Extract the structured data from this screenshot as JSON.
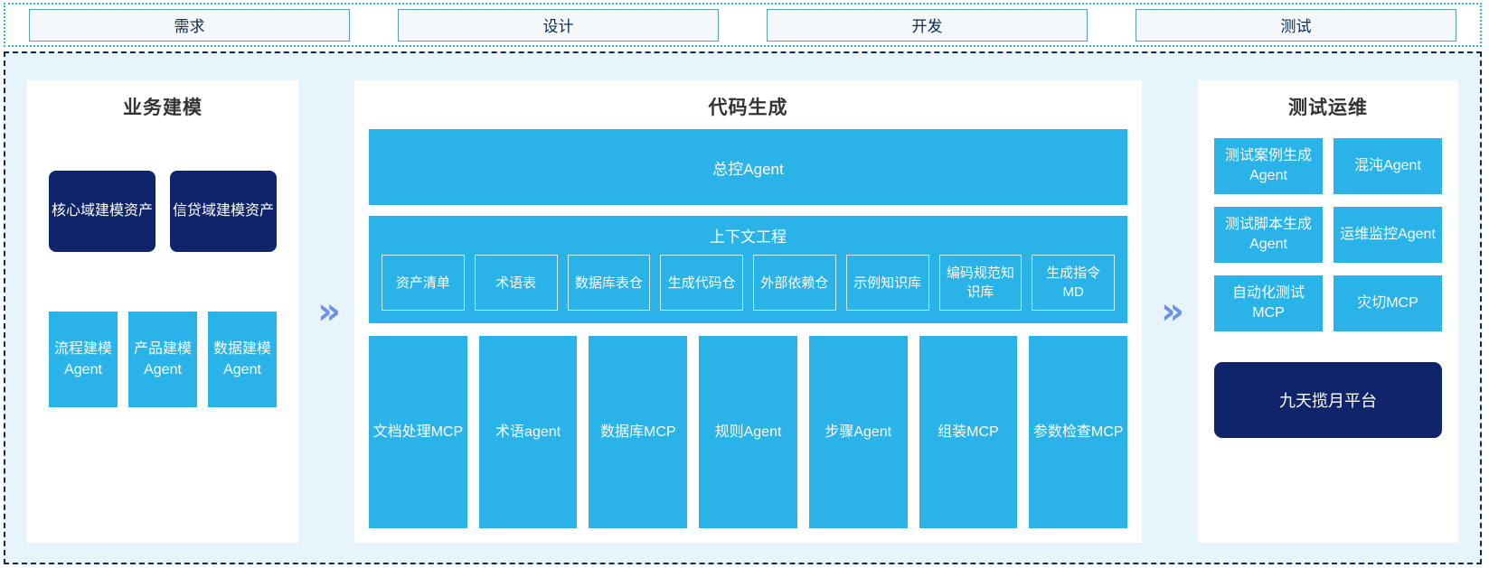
{
  "stages": [
    {
      "label": "需求"
    },
    {
      "label": "设计"
    },
    {
      "label": "开发"
    },
    {
      "label": "测试"
    }
  ],
  "connectors": {
    "glyph": "»",
    "color": "#6a93e8"
  },
  "colors": {
    "cyan": "#29b3e8",
    "navy": "#10246b",
    "panel_bg": "#ffffff",
    "region_bg": "#e8f4fc",
    "stage_fill": "#f4f8fa",
    "stage_border": "#5b9cb5",
    "region_border": "#0e2a55",
    "strip_border": "#2fb6e8"
  },
  "business": {
    "title": "业务建模",
    "assets": [
      {
        "label": "核心域建模资产"
      },
      {
        "label": "信贷域建模资产"
      }
    ],
    "agents": [
      {
        "label": "流程建模Agent"
      },
      {
        "label": "产品建模Agent"
      },
      {
        "label": "数据建模Agent"
      }
    ]
  },
  "code": {
    "title": "代码生成",
    "master_agent": "总控Agent",
    "context": {
      "title": "上下文工程",
      "items": [
        {
          "label": "资产清单"
        },
        {
          "label": "术语表"
        },
        {
          "label": "数据库表仓"
        },
        {
          "label": "生成代码仓"
        },
        {
          "label": "外部依赖仓"
        },
        {
          "label": "示例知识库"
        },
        {
          "label": "编码规范知识库"
        },
        {
          "label": "生成指令MD"
        }
      ]
    },
    "tools": [
      {
        "label": "文档处理MCP"
      },
      {
        "label": "术语agent"
      },
      {
        "label": "数据库MCP"
      },
      {
        "label": "规则Agent"
      },
      {
        "label": "步骤Agent"
      },
      {
        "label": "组装MCP"
      },
      {
        "label": "参数检查MCP"
      }
    ]
  },
  "test": {
    "title": "测试运维",
    "items": [
      {
        "label": "测试案例生成Agent"
      },
      {
        "label": "混沌Agent"
      },
      {
        "label": "测试脚本生成Agent"
      },
      {
        "label": "运维监控Agent"
      },
      {
        "label": "自动化测试MCP"
      },
      {
        "label": "灾切MCP"
      }
    ],
    "platform": "九天揽月平台"
  }
}
